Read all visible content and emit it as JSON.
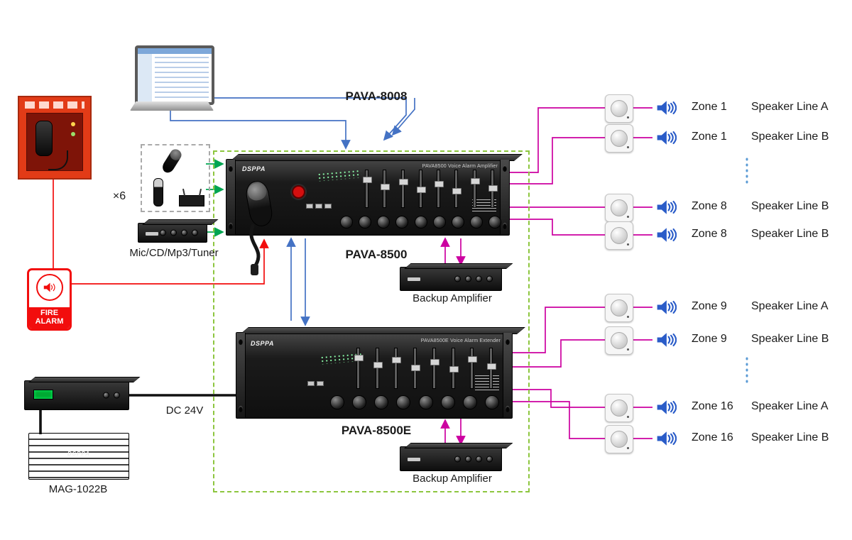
{
  "colors": {
    "blue": "#4472c4",
    "magenta": "#cc00a0",
    "red": "#f20d0d",
    "green": "#00a551",
    "power": "#111111",
    "speaker": "#2a5cc8",
    "dashedbox": "#8dc63f",
    "dots": "#5b9bd5"
  },
  "labels": {
    "pava8008": "PAVA-8008",
    "pava8500": "PAVA-8500",
    "pava8500e": "PAVA-8500E",
    "backup_amp": "Backup  Amplifier",
    "mic_count": "×6",
    "mic_source": "Mic/CD/Mp3/Tuner",
    "dc24v": "DC 24V",
    "mag1022b": "MAG-1022B"
  },
  "fire_sign": {
    "line1": "FIRE",
    "line2": "ALARM"
  },
  "racks": {
    "amplifier": {
      "logo": "DSPPA",
      "title": "PAVA8500 Voice Alarm Amplifier"
    },
    "extender": {
      "logo": "DSPPA",
      "title": "PAVA8500E Voice Alarm Extender"
    }
  },
  "devices": {
    "mag_logo": "DSPPA"
  },
  "zones": [
    {
      "zone": "Zone 1",
      "line": "Speaker Line A"
    },
    {
      "zone": "Zone 1",
      "line": "Speaker Line B"
    },
    {
      "zone": "Zone 8",
      "line": "Speaker Line B"
    },
    {
      "zone": "Zone 8",
      "line": "Speaker Line B"
    },
    {
      "zone": "Zone 9",
      "line": "Speaker Line A"
    },
    {
      "zone": "Zone 9",
      "line": "Speaker Line B"
    },
    {
      "zone": "Zone 16",
      "line": "Speaker Line A"
    },
    {
      "zone": "Zone 16",
      "line": "Speaker Line B"
    }
  ]
}
